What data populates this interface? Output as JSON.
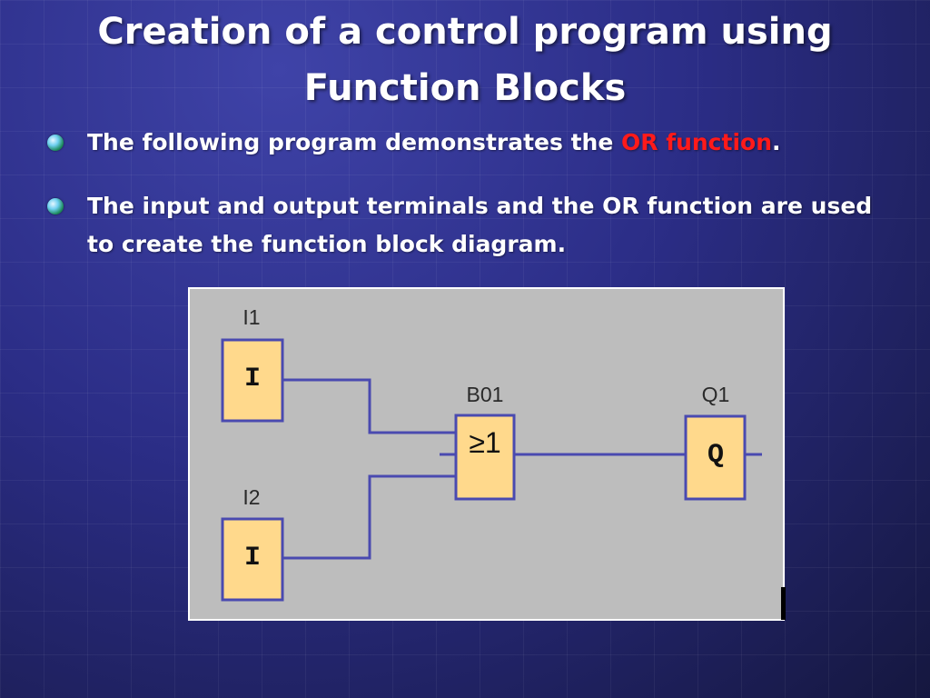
{
  "title": {
    "line1": "Creation of a control program using",
    "line2": "Function Blocks"
  },
  "bullets": [
    {
      "text_before": "The following program demonstrates the ",
      "highlight": "OR function",
      "text_after": "."
    },
    {
      "line1": "The input and output terminals and the OR function are used",
      "line2": "to create the function block diagram."
    }
  ],
  "diagram": {
    "blocks": [
      {
        "label": "I1",
        "symbol": "I"
      },
      {
        "label": "I2",
        "symbol": "I"
      },
      {
        "label": "B01",
        "symbol": "≥1"
      },
      {
        "label": "Q1",
        "symbol": "Q"
      }
    ],
    "colors": {
      "background": "#bdbdbd",
      "block_fill": "#ffd98c",
      "block_border": "#4a4ab0",
      "wire": "#4a4ab0",
      "highlight": "#ff1a1a"
    }
  }
}
